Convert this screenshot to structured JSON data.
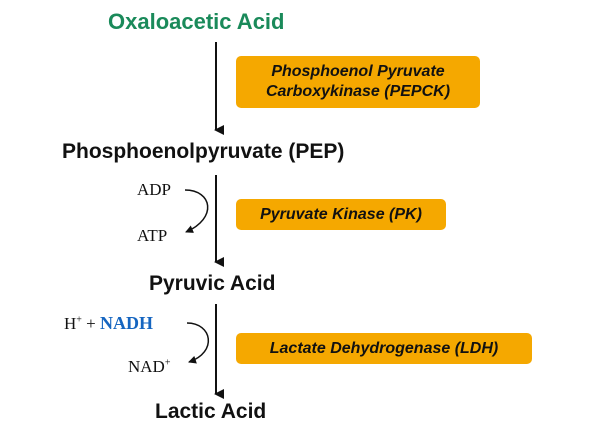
{
  "colors": {
    "title_green": "#1a8a5a",
    "enzyme_box": "#f5a800",
    "nadh_blue": "#1565c0",
    "arrow": "#111111"
  },
  "metabolites": {
    "oxaloacetic": "Oxaloacetic Acid",
    "pep": "Phosphoenolpyruvate (PEP)",
    "pyruvic": "Pyruvic Acid",
    "lactic": "Lactic Acid"
  },
  "enzymes": {
    "pepck_line1": "Phosphoenol Pyruvate",
    "pepck_line2": "Carboxykinase (PEPCK)",
    "pk": "Pyruvate Kinase (PK)",
    "ldh": "Lactate Dehydrogenase (LDH)"
  },
  "cofactors": {
    "adp": "ADP",
    "atp": "ATP",
    "h": "H",
    "h_charge": "+",
    "plus": " + ",
    "nadh": "NADH",
    "nad": "NAD",
    "nad_charge": "+"
  }
}
